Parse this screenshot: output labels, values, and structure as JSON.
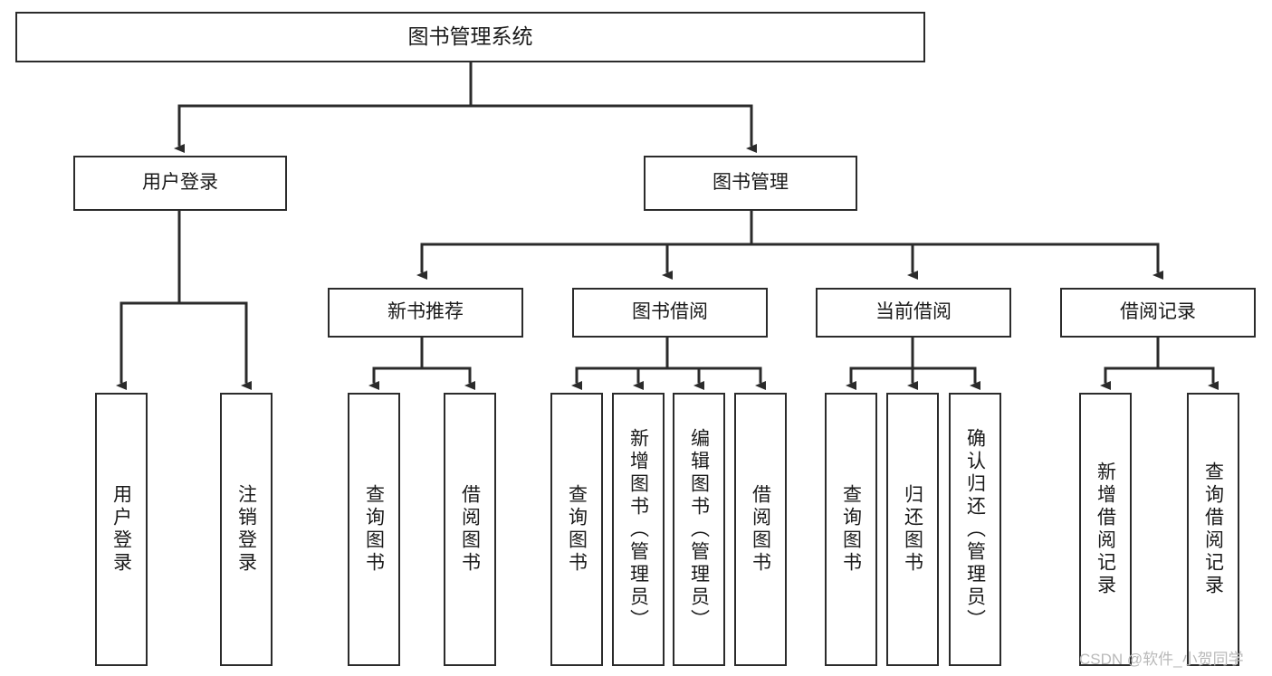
{
  "diagram": {
    "title": "图书管理系统",
    "watermark": "CSDN @软件_小贺同学",
    "colors": {
      "stroke": "#2b2b2b",
      "box_fill": "#ffffff",
      "text": "#1a1a1a",
      "watermark": "#b9b9b9",
      "background": "#ffffff"
    },
    "nodes": {
      "root": "图书管理系统",
      "l1_user_login": "用户登录",
      "l1_book_manage": "图书管理",
      "l2_new_book_rec": "新书推荐",
      "l2_book_borrow": "图书借阅",
      "l2_current_borrow": "当前借阅",
      "l2_borrow_record": "借阅记录",
      "leaf_user_login": "用户登录",
      "leaf_logout": "注销登录",
      "leaf_rec_query_book": "查询图书",
      "leaf_rec_borrow_book": "借阅图书",
      "leaf_bw_query_book": "查询图书",
      "leaf_bw_add_book": "新增图书（管理员）",
      "leaf_bw_edit_book": "编辑图书（管理员）",
      "leaf_bw_borrow_book": "借阅图书",
      "leaf_cur_query_book": "查询图书",
      "leaf_cur_return_book": "归还图书",
      "leaf_cur_confirm_return": "确认归还（管理员）",
      "leaf_rec_add_record": "新增借阅记录",
      "leaf_rec_query_record": "查询借阅记录"
    }
  }
}
